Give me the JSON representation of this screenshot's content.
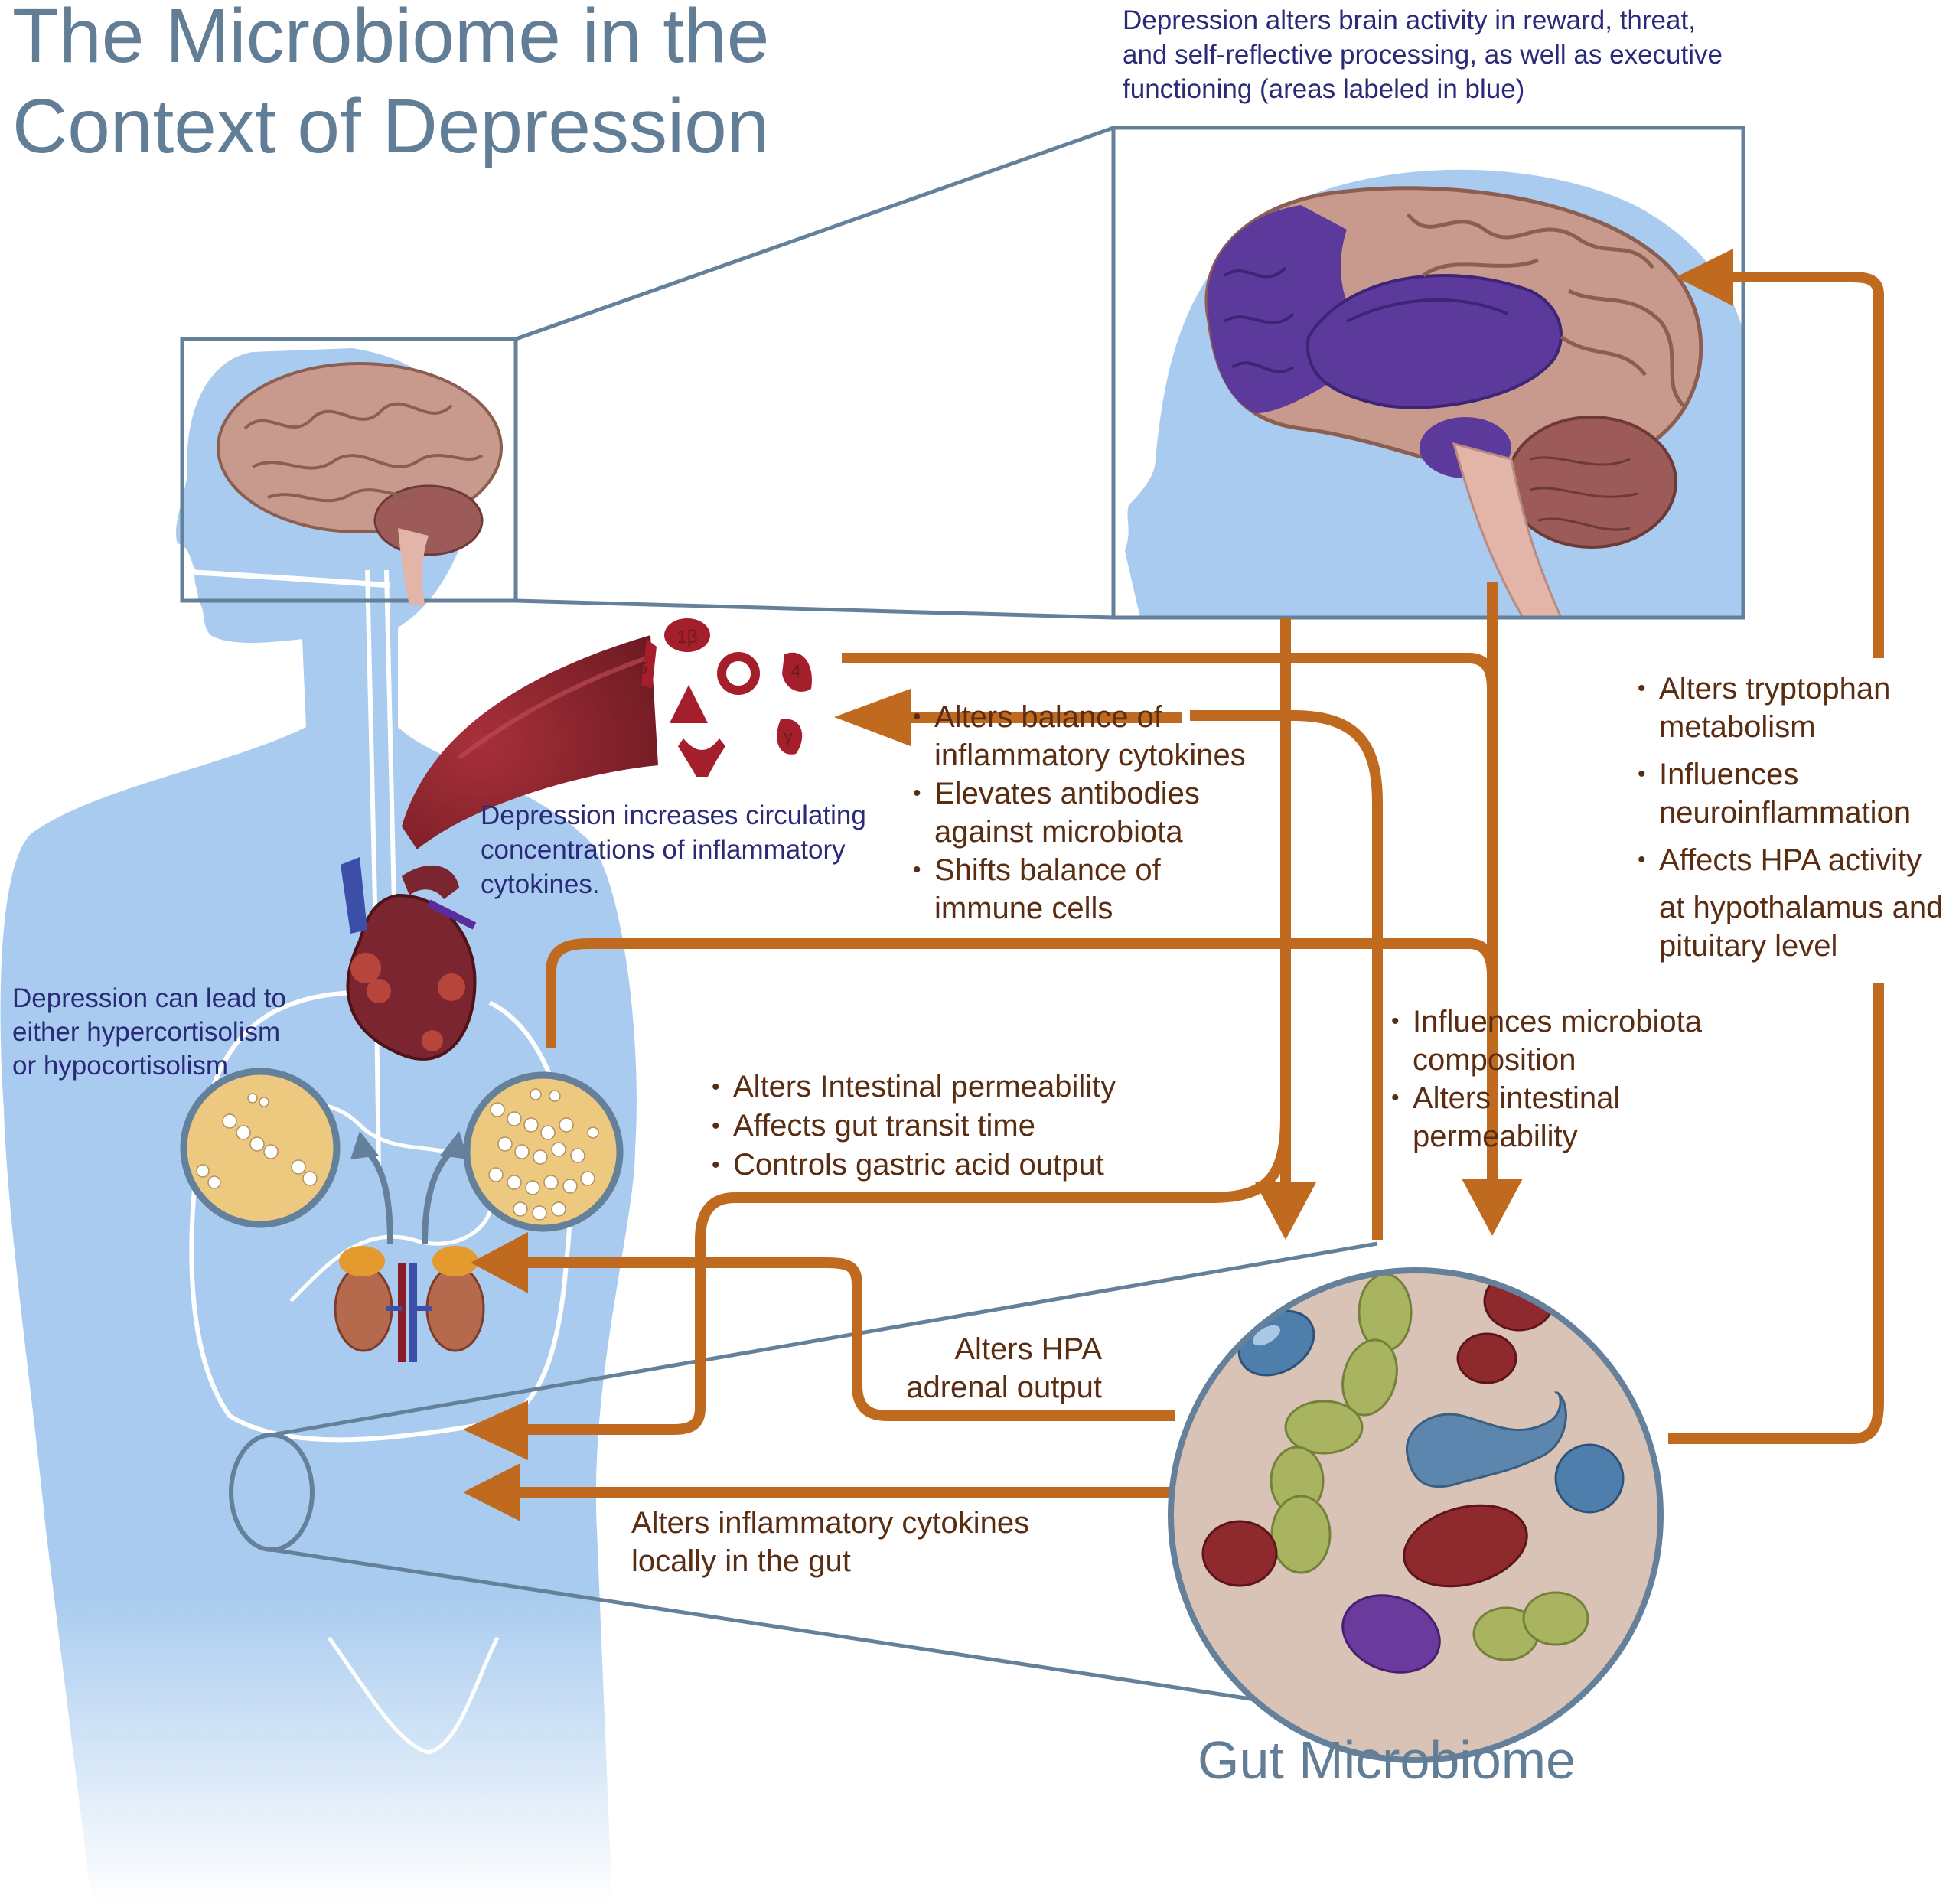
{
  "title": {
    "line1": "The Microbiome in the",
    "line2": "Context of Depression"
  },
  "brain_note": {
    "line1": "Depression alters brain activity in reward, threat,",
    "line2": "and self-reflective processing, as well as executive",
    "line3": "functioning (areas labeled in blue)"
  },
  "cytokine_note": {
    "line1": "Depression increases circulating",
    "line2": "concentrations of inflammatory",
    "line3": "cytokines."
  },
  "cortisol_note": {
    "line1": "Depression can lead to",
    "line2": "either hypercortisolism",
    "line3": "or hypocortisolism"
  },
  "immune_effects": {
    "item1_a": "Alters balance of",
    "item1_b": "inflammatory cytokines",
    "item2_a": "Elevates antibodies",
    "item2_b": "against microbiota",
    "item3_a": "Shifts balance of",
    "item3_b": "immune cells"
  },
  "brain_effects": {
    "item1_a": "Alters tryptophan",
    "item1_b": "metabolism",
    "item2_a": "Influences",
    "item2_b": "neuroinflammation",
    "item3_a": "Affects HPA activity",
    "item3_b": "at hypothalamus and",
    "item3_c": "pituitary level"
  },
  "microbiota_effects": {
    "item1_a": "Influences microbiota",
    "item1_b": "composition",
    "item2_a": "Alters intestinal",
    "item2_b": "permeability"
  },
  "gut_effects": {
    "item1": "Alters Intestinal permeability",
    "item2": "Affects gut transit time",
    "item3": "Controls gastric acid output"
  },
  "hpa_note": {
    "line1": "Alters HPA",
    "line2": "adrenal output"
  },
  "local_note": {
    "line1": "Alters inflammatory cytokines",
    "line2": "locally in the gut"
  },
  "gut_title": "Gut Microbiome",
  "cytokine_symbols": {
    "il1b": "1β",
    "il6": "6",
    "il4": "4",
    "ifn": "γ"
  },
  "colors": {
    "arrow": "#c06a1f",
    "body": "#a8cbef",
    "frame": "#64809b",
    "title": "#627d96",
    "navy_text": "#2a2a78",
    "brown_text": "#5a2d12",
    "brain": "#c89a8e",
    "limbic": "#5b3a9c",
    "microbiome_bg": "#d9c3b7"
  }
}
